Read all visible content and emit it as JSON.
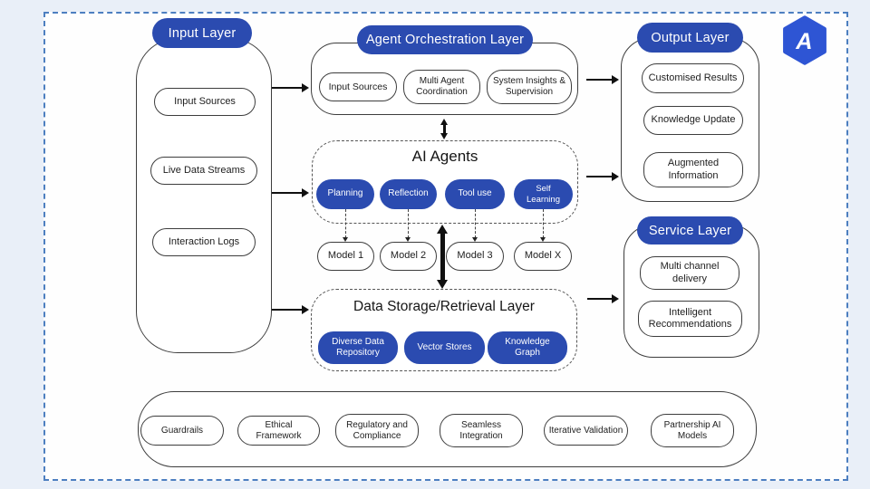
{
  "colors": {
    "accent_blue": "#2b4bb0",
    "logo_blue": "#2e55d4",
    "frame_dash": "#4d7fc0"
  },
  "logo": {
    "letter": "A"
  },
  "input_layer": {
    "title": "Input Layer",
    "items": [
      "Input Sources",
      "Live Data Streams",
      "Interaction Logs"
    ]
  },
  "orchestration_layer": {
    "title": "Agent Orchestration Layer",
    "items": [
      "Input Sources",
      "Multi Agent Coordination",
      "System Insights & Supervision"
    ]
  },
  "ai_agents": {
    "title": "AI Agents",
    "capabilities": [
      "Planning",
      "Reflection",
      "Tool use",
      "Self Learning"
    ],
    "models": [
      "Model 1",
      "Model 2",
      "Model 3",
      "Model X"
    ]
  },
  "storage_layer": {
    "title": "Data Storage/Retrieval Layer",
    "items": [
      "Diverse Data Repository",
      "Vector Stores",
      "Knowledge Graph"
    ]
  },
  "output_layer": {
    "title": "Output Layer",
    "items": [
      "Customised Results",
      "Knowledge Update",
      "Augmented Information"
    ]
  },
  "service_layer": {
    "title": "Service Layer",
    "items": [
      "Multi channel delivery",
      "Intelligent Recommendations"
    ]
  },
  "foundation_row": {
    "items": [
      "Guardrails",
      "Ethical Framework",
      "Regulatory and Compliance",
      "Seamless Integration",
      "Iterative Validation",
      "Partnership AI Models"
    ]
  }
}
